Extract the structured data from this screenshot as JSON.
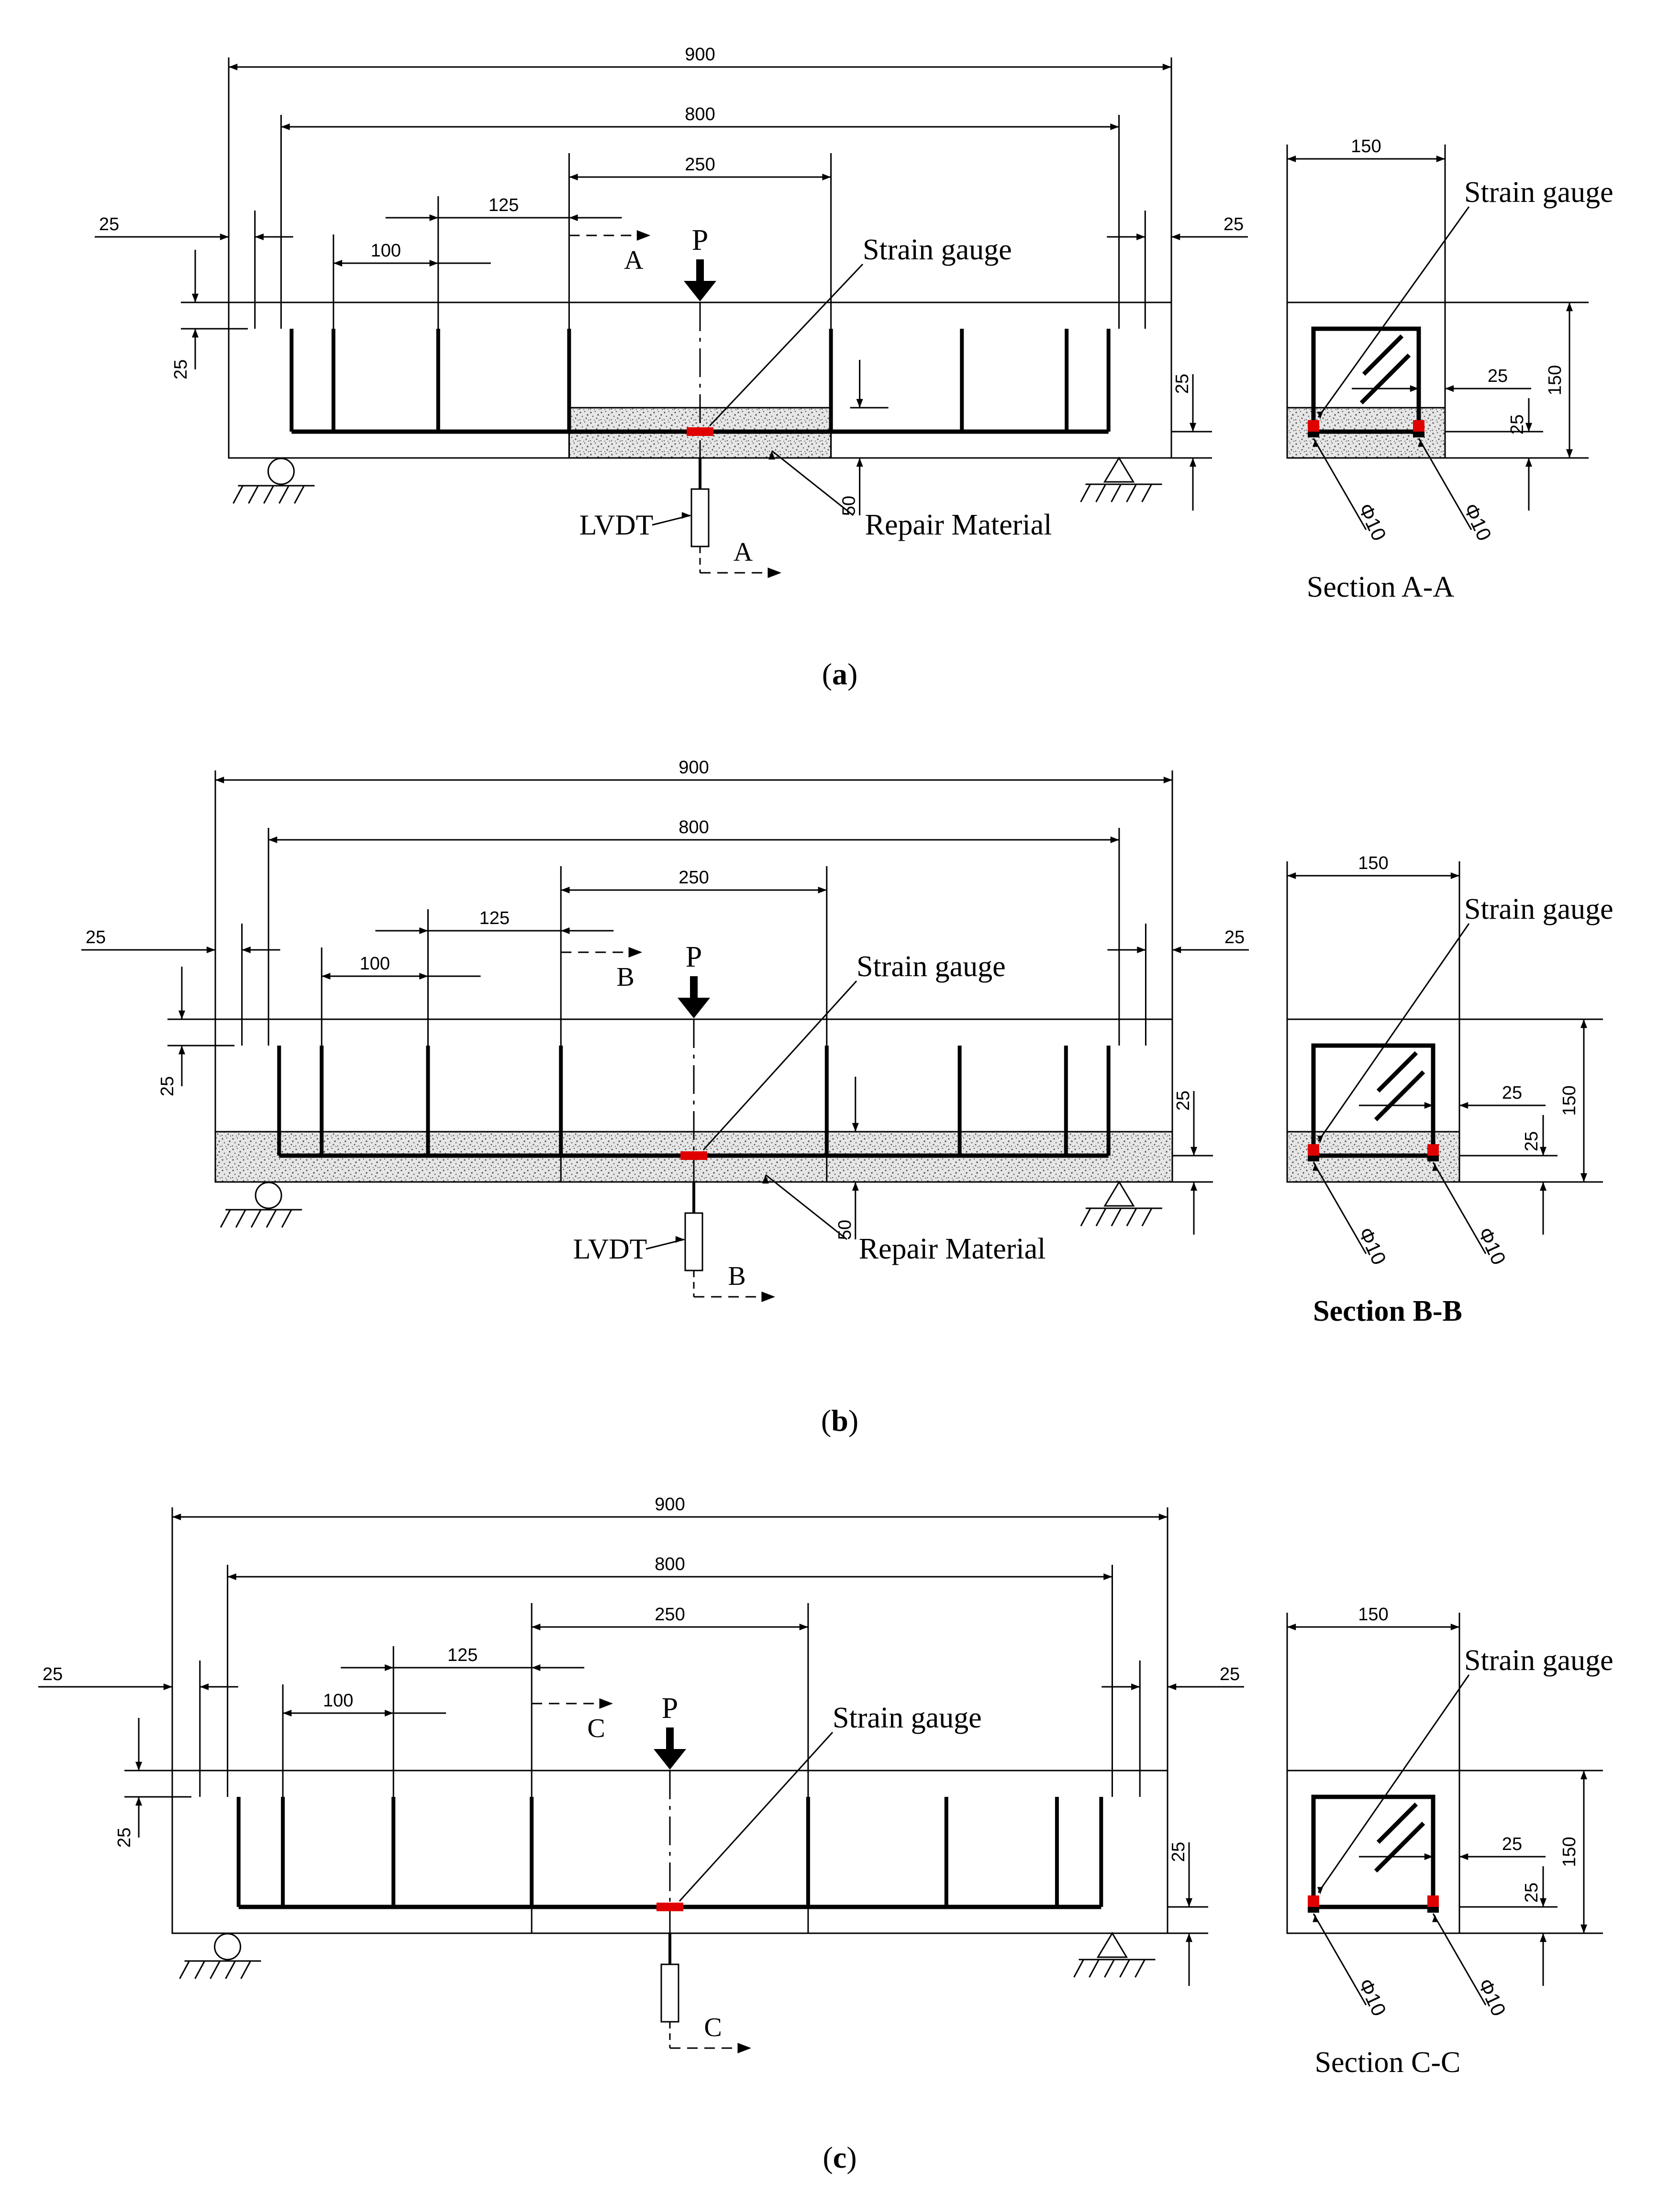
{
  "panels": [
    {
      "id": "a",
      "caption_label": "a",
      "load_label": "P",
      "section_letter": "A",
      "section_title": "Section A-A",
      "strain_gauge_label": "Strain gauge",
      "strain_gauge_section_label": "Strain gauge",
      "lvdt_label": "LVDT",
      "repair_label": "Repair Material",
      "repair_extent": "middle",
      "dims": {
        "total_length": "900",
        "span": "800",
        "middle_zone": "250",
        "stirrup_spacing_wide": "125",
        "stirrup_spacing_narrow": "100",
        "overhang_left": "25",
        "overhang_right": "25",
        "cover_top": "25",
        "cover_bottom": "25",
        "repair_depth": "50",
        "section_width": "150",
        "section_height": "150",
        "section_cover_side": "25",
        "section_cover_bottom": "25",
        "bar_left": "Φ10",
        "bar_right": "Φ10"
      }
    },
    {
      "id": "b",
      "caption_label": "b",
      "load_label": "P",
      "section_letter": "B",
      "section_title": "Section B-B",
      "strain_gauge_label": "Strain gauge",
      "strain_gauge_section_label": "Strain gauge",
      "lvdt_label": "LVDT",
      "repair_label": "Repair Material",
      "repair_extent": "full",
      "dims": {
        "total_length": "900",
        "span": "800",
        "middle_zone": "250",
        "stirrup_spacing_wide": "125",
        "stirrup_spacing_narrow": "100",
        "overhang_left": "25",
        "overhang_right": "25",
        "cover_top": "25",
        "cover_bottom": "25",
        "repair_depth": "50",
        "section_width": "150",
        "section_height": "150",
        "section_cover_side": "25",
        "section_cover_bottom": "25",
        "bar_left": "Φ10",
        "bar_right": "Φ10"
      }
    },
    {
      "id": "c",
      "caption_label": "c",
      "load_label": "P",
      "section_letter": "C",
      "section_title": "Section C-C",
      "strain_gauge_label": "Strain gauge",
      "strain_gauge_section_label": "Strain gauge",
      "lvdt_label": "",
      "repair_label": "",
      "repair_extent": "none",
      "dims": {
        "total_length": "900",
        "span": "800",
        "middle_zone": "250",
        "stirrup_spacing_wide": "125",
        "stirrup_spacing_narrow": "100",
        "overhang_left": "25",
        "overhang_right": "25",
        "cover_top": "25",
        "cover_bottom": "25",
        "repair_depth": "",
        "section_width": "150",
        "section_height": "150",
        "section_cover_side": "25",
        "section_cover_bottom": "25",
        "bar_left": "Φ10",
        "bar_right": "Φ10"
      }
    }
  ],
  "colors": {
    "line": "#000000",
    "strain_gauge": "#e00000",
    "repair_fill": "#e6e6e6",
    "repair_speckle": "#555555",
    "background": "#ffffff"
  }
}
